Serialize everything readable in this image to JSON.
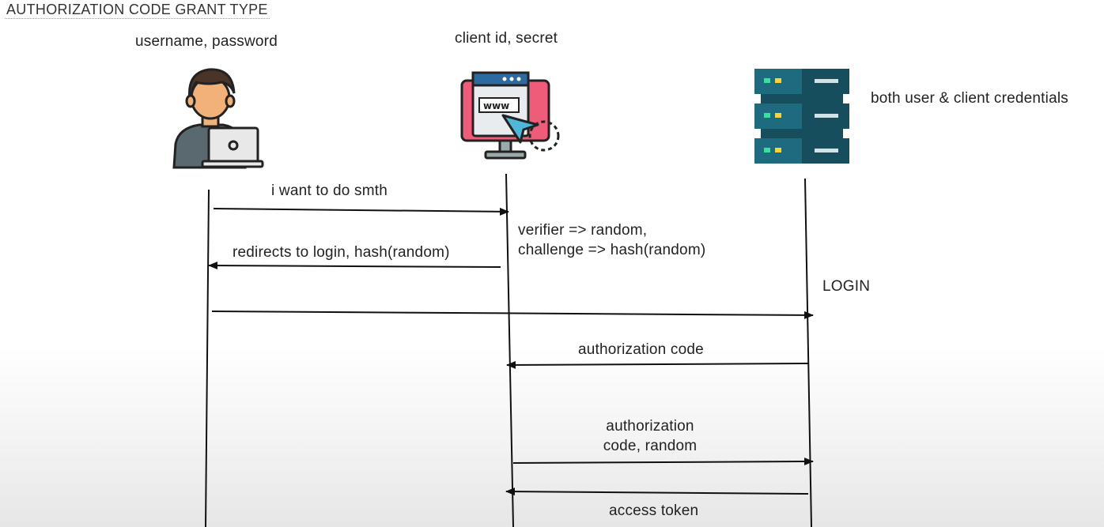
{
  "title": "AUTHORIZATION CODE GRANT TYPE",
  "actors": {
    "user": {
      "label": "username, password",
      "icon": "user-with-laptop-icon"
    },
    "client": {
      "label": "client id, secret",
      "icon": "web-browser-monitor-icon"
    },
    "server": {
      "label": "both user & client credentials",
      "icon": "server-rack-icon"
    }
  },
  "notes": {
    "pkce_line1": "verifier  => random,",
    "pkce_line2": "challenge   => hash(random)",
    "login": "LOGIN"
  },
  "messages": {
    "m1": "i want to do smth",
    "m2": "redirects to login, hash(random)",
    "m4": "authorization code",
    "m5_line1": "authorization",
    "m5_line2": "code, random",
    "m6": "access token"
  },
  "colors": {
    "skin": "#F2B179",
    "hair": "#4A3428",
    "shirt": "#5A6870",
    "laptop": "#E8E8E8",
    "screen_pink": "#EE5C7A",
    "browser_blue": "#2D6AA0",
    "server_teal": "#1E6B80",
    "server_dark": "#174E5E",
    "led_green": "#3BE0A0",
    "led_yellow": "#F6D33C"
  }
}
